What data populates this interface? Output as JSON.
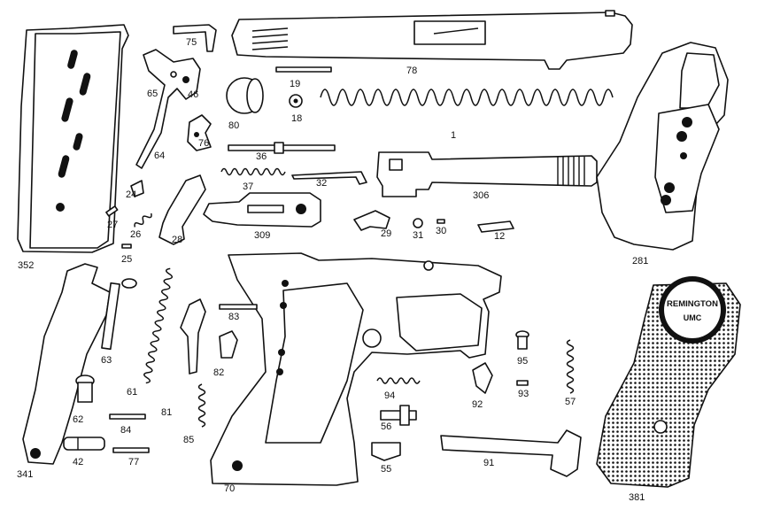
{
  "parts": {
    "p1": "1",
    "p12": "12",
    "p18": "18",
    "p19": "19",
    "p24": "24",
    "p25": "25",
    "p26": "26",
    "p27": "27",
    "p28": "28",
    "p29": "29",
    "p30": "30",
    "p31": "31",
    "p32": "32",
    "p36": "36",
    "p37": "37",
    "p42": "42",
    "p46": "46",
    "p55": "55",
    "p56": "56",
    "p57": "57",
    "p61": "61",
    "p62": "62",
    "p63": "63",
    "p64": "64",
    "p65": "65",
    "p70": "70",
    "p75": "75",
    "p76": "76",
    "p77": "77",
    "p78": "78",
    "p80": "80",
    "p81": "81",
    "p82": "82",
    "p83": "83",
    "p84": "84",
    "p85": "85",
    "p91": "91",
    "p92": "92",
    "p93": "93",
    "p94": "94",
    "p95": "95",
    "p281": "281",
    "p306": "306",
    "p309": "309",
    "p341": "341",
    "p352": "352",
    "p381": "381"
  },
  "medallion": {
    "brand": "REMINGTON",
    "sub": "UMC"
  }
}
